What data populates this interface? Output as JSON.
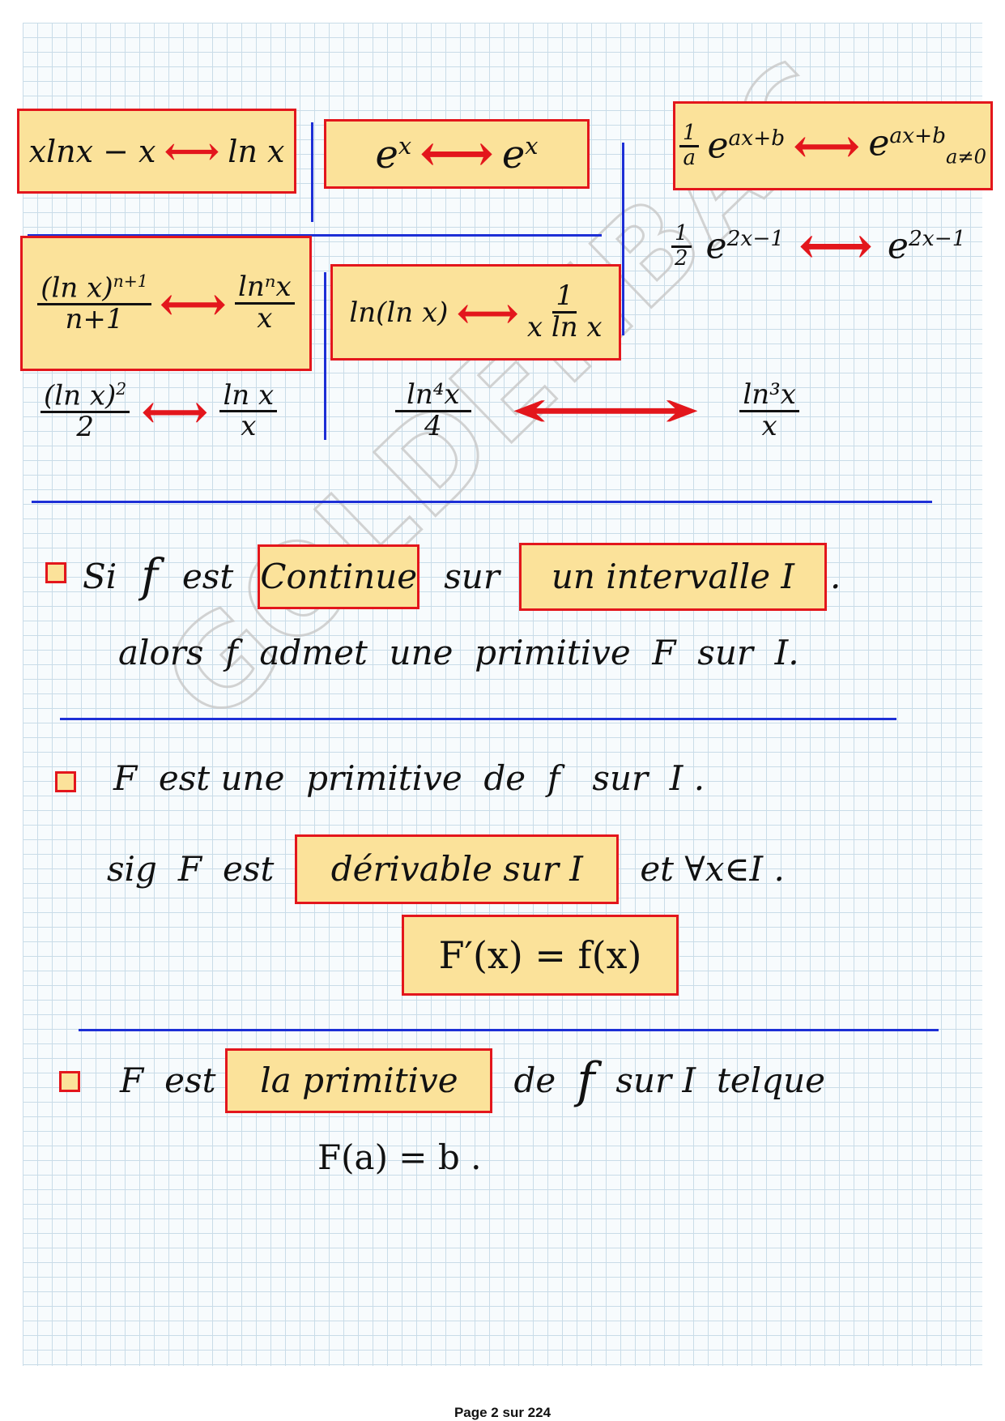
{
  "formulas": {
    "r1": {
      "left": "xlnx − x",
      "right": "ln x"
    },
    "r2": {
      "left": "e",
      "left_exp": "x",
      "right": "e",
      "right_exp": "x"
    },
    "r3": {
      "coef_num": "1",
      "coef_den": "a",
      "left": "e",
      "left_exp": "ax+b",
      "right": "e",
      "right_exp": "ax+b",
      "condition": "a≠0"
    },
    "r4": {
      "coef_num": "1",
      "coef_den": "2",
      "left": "e",
      "left_exp": "2x−1",
      "right": "e",
      "right_exp": "2x−1"
    },
    "r5": {
      "left_num": "(ln x)",
      "left_exp": "n+1",
      "left_den": "n+1",
      "right_num": "lnⁿx",
      "right_den": "x"
    },
    "r6": {
      "left": "ln(ln x)",
      "right_num": "1",
      "right_den": "x ln x"
    },
    "r7": {
      "left_num": "(ln x)",
      "left_exp": "2",
      "left_den": "2",
      "right_num": "ln x",
      "right_den": "x"
    },
    "r8": {
      "left_num": "ln⁴x",
      "left_den": "4",
      "right_num": "ln³x",
      "right_den": "x"
    },
    "arrow": "⟷"
  },
  "section1": {
    "line1": [
      "Si",
      "f",
      "est",
      "Continue",
      "sur",
      "un intervalle I",
      "."
    ],
    "line2": "alors  f  admet  une  primitive  F  sur  I."
  },
  "section2": {
    "line1": "F  est une  primitive  de  f   sur  I .",
    "line2": [
      "sig",
      "F",
      "est",
      "dérivable sur I",
      "et  ∀x∈I ."
    ],
    "formula": "F′(x) = f(x)"
  },
  "section3": {
    "line1": [
      "F",
      "est",
      "la primitive",
      "de",
      "f",
      "sur I",
      "telque"
    ],
    "line2": "F(a) = b ."
  },
  "watermark": "GOLDENBAC",
  "footer": "Page 2 sur 224",
  "colors": {
    "box_fill": "#fbe29a",
    "box_border": "#e3161c",
    "divider": "#1d2fd6",
    "arrow": "#e3161c"
  }
}
